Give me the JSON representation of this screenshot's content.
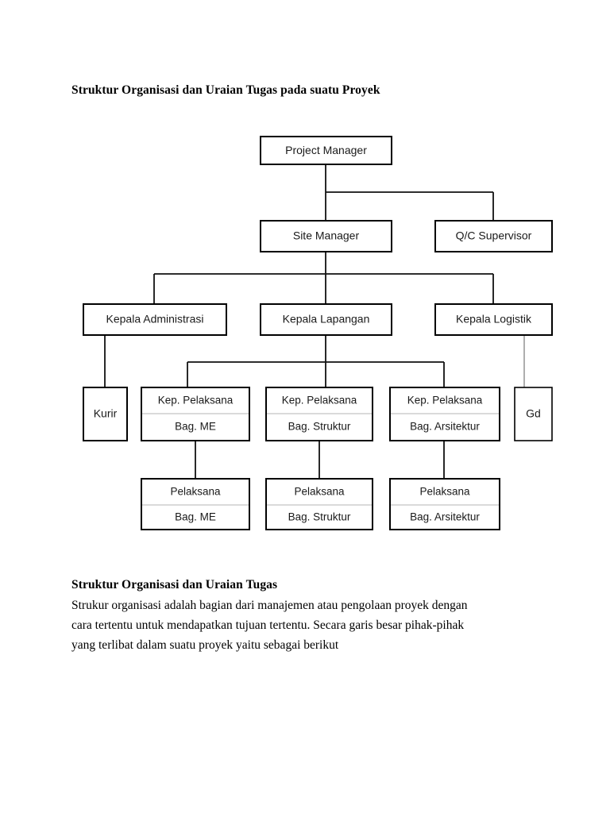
{
  "document": {
    "title": "Struktur Organisasi dan Uraian Tugas pada suatu Proyek",
    "section_heading": "Struktur Organisasi dan Uraian Tugas",
    "body_line_1": "Strukur organisasi adalah bagian dari manajemen atau pengolaan proyek dengan",
    "body_line_2": "cara tertentu untuk mendapatkan tujuan tertentu. Secara garis besar pihak-pihak",
    "body_line_3": "yang terlibat dalam suatu proyek yaitu sebagai berikut"
  },
  "colors": {
    "page_background": "#ffffff",
    "box_fill": "#ffffff",
    "box_shade": "#cccccc",
    "box_border": "#000000",
    "connector": "#111111",
    "connector_light": "#8c8c8c",
    "text": "#1a1a1a"
  },
  "chart": {
    "type": "org-chart",
    "levels": 5,
    "nodes": {
      "project_manager": {
        "label": "Project Manager"
      },
      "site_manager": {
        "label": "Site Manager"
      },
      "qc_supervisor": {
        "label": "Q/C Supervisor"
      },
      "kepala_administrasi": {
        "label": "Kepala Administrasi"
      },
      "kepala_lapangan": {
        "label": "Kepala Lapangan"
      },
      "kepala_logistik": {
        "label": "Kepala Logistik"
      },
      "kurir": {
        "label": "Kurir"
      },
      "gudang": {
        "label": "Gd"
      },
      "kep_pelaksana_me": {
        "label_top": "Kep. Pelaksana",
        "label_bottom": "Bag. ME"
      },
      "kep_pelaksana_struktur": {
        "label_top": "Kep. Pelaksana",
        "label_bottom": "Bag. Struktur"
      },
      "kep_pelaksana_arsitektur": {
        "label_top": "Kep. Pelaksana",
        "label_bottom": "Bag. Arsitektur"
      },
      "pelaksana_me": {
        "label_top": "Pelaksana",
        "label_bottom": "Bag. ME"
      },
      "pelaksana_struktur": {
        "label_top": "Pelaksana",
        "label_bottom": "Bag. Struktur"
      },
      "pelaksana_arsitektur": {
        "label_top": "Pelaksana",
        "label_bottom": "Bag. Arsitektur"
      }
    },
    "edges": [
      {
        "from": "project_manager",
        "to": "site_manager"
      },
      {
        "from": "project_manager",
        "to": "qc_supervisor"
      },
      {
        "from": "site_manager",
        "to": "kepala_administrasi"
      },
      {
        "from": "site_manager",
        "to": "kepala_lapangan"
      },
      {
        "from": "site_manager",
        "to": "kepala_logistik"
      },
      {
        "from": "kepala_administrasi",
        "to": "kurir"
      },
      {
        "from": "kepala_lapangan",
        "to": "kep_pelaksana_me"
      },
      {
        "from": "kepala_lapangan",
        "to": "kep_pelaksana_struktur"
      },
      {
        "from": "kepala_lapangan",
        "to": "kep_pelaksana_arsitektur"
      },
      {
        "from": "kepala_logistik",
        "to": "gudang"
      },
      {
        "from": "kep_pelaksana_me",
        "to": "pelaksana_me"
      },
      {
        "from": "kep_pelaksana_struktur",
        "to": "pelaksana_struktur"
      },
      {
        "from": "kep_pelaksana_arsitektur",
        "to": "pelaksana_arsitektur"
      }
    ]
  }
}
